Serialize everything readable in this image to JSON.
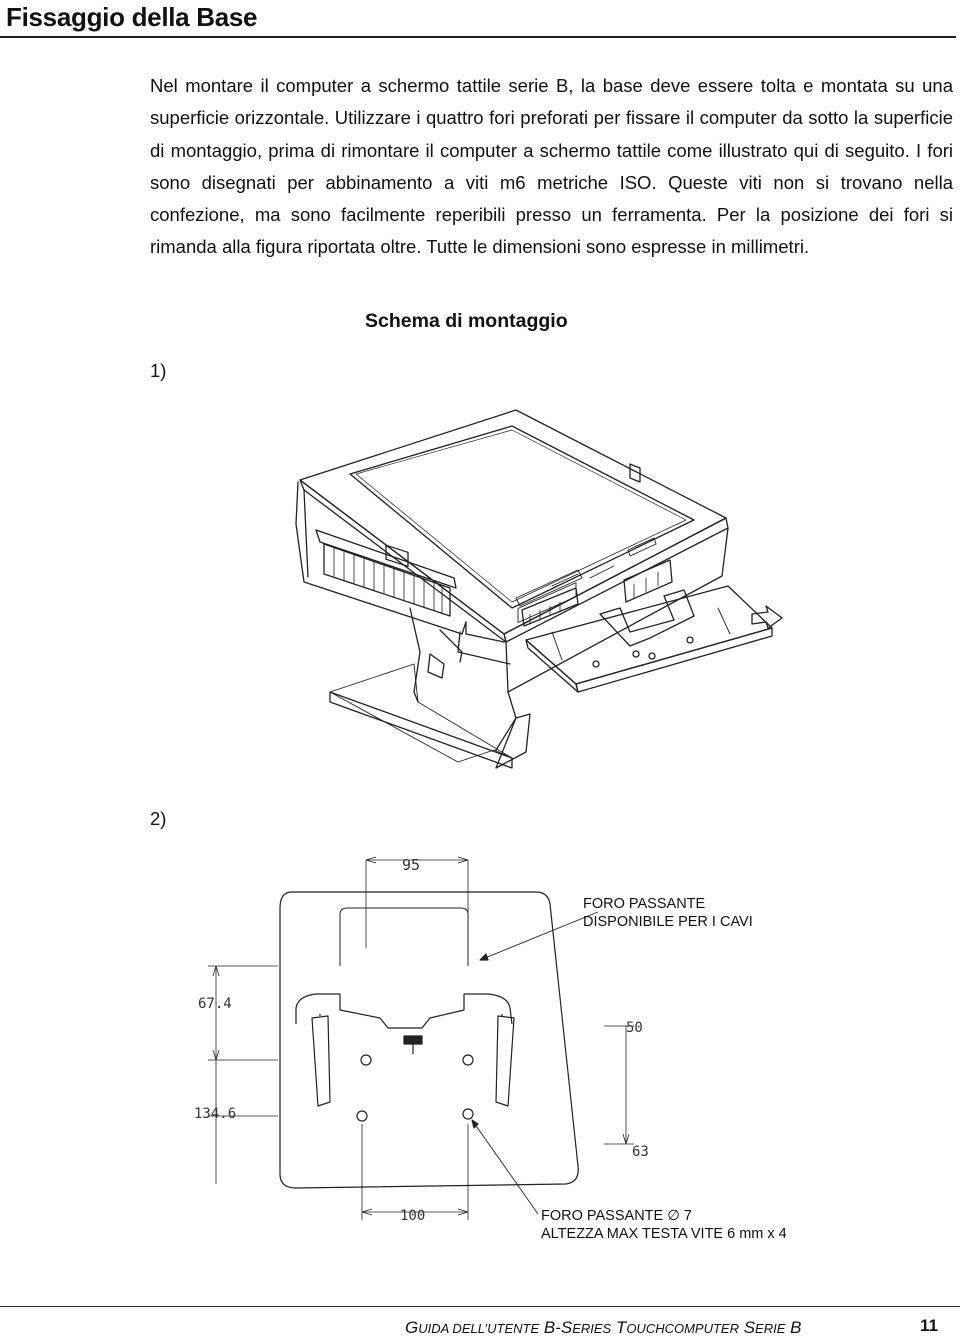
{
  "page": {
    "title": "Fissaggio della Base",
    "paragraph": "Nel montare il  computer a schermo tattile serie B, la base deve essere tolta e montata su una superficie orizzontale. Utilizzare i quattro fori preforati per fissare il computer da sotto la superficie di montaggio, prima di rimontare il computer a schermo tattile come illustrato qui di seguito. I fori sono disegnati per abbinamento a viti m6 metriche ISO. Queste viti non si trovano nella confezione, ma sono facilmente reperibili presso un ferramenta. Per la posizione dei fori si rimanda alla figura riportata oltre. Tutte le dimensioni sono espresse in millimetri.",
    "schema_title": "Schema di montaggio"
  },
  "steps": {
    "first": "1)",
    "second": "2)"
  },
  "drawing": {
    "dim_95": "95",
    "dim_67_4": "67.4",
    "dim_134_6": "134.6",
    "dim_50": "50",
    "dim_63": "63",
    "dim_100": "100",
    "cable_hole_line1": "FORO PASSANTE",
    "cable_hole_line2": "DISPONIBILE PER I CAVI",
    "screw_hole_line1": "FORO PASSANTE ∅ 7",
    "screw_hole_line2": "ALTEZZA MAX TESTA VITE 6 mm x 4"
  },
  "footer": {
    "g": "G",
    "uida": "UIDA",
    "dell": " DELL",
    "utente": "’UTENTE",
    "bseries": " B-S",
    "eries": "ERIES",
    "t": " T",
    "ouch": "OUCHCOMPUTER",
    "s": " S",
    "erie": "ERIE",
    "b": " B",
    "page_number": "11"
  }
}
